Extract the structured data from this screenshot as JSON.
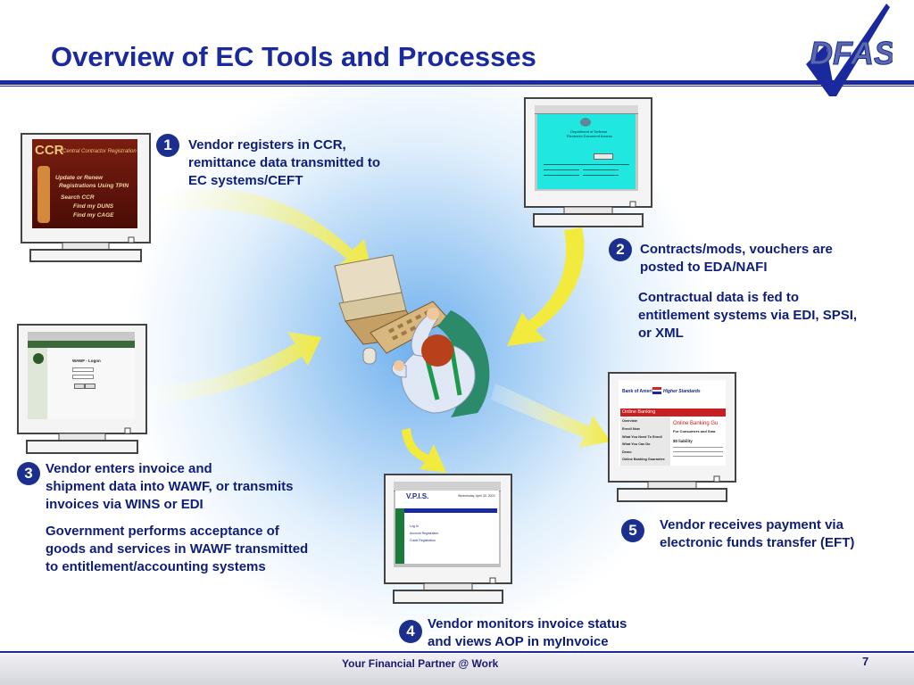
{
  "header": {
    "title": "Overview of EC Tools and Processes",
    "logo_text": "DFAS"
  },
  "steps": [
    {
      "number": "1",
      "lines": [
        "Vendor registers in CCR,",
        "remittance data transmitted to",
        "EC systems/CEFT"
      ]
    },
    {
      "number": "2",
      "lines": [
        "Contracts/mods, vouchers are",
        "posted to EDA/NAFI"
      ],
      "extra_lines": [
        "Contractual data is fed to",
        "entitlement systems via EDI, SPSI,",
        "or XML"
      ]
    },
    {
      "number": "3",
      "lines": [
        "Vendor enters invoice and",
        "shipment data into WAWF, or transmits",
        "invoices via WINS or EDI"
      ],
      "extra_lines": [
        "Government performs acceptance of",
        "goods and services in WAWF transmitted",
        "to entitlement/accounting systems"
      ]
    },
    {
      "number": "4",
      "lines": [
        "Vendor monitors invoice status",
        "and views AOP in myInvoice"
      ]
    },
    {
      "number": "5",
      "lines": [
        "Vendor receives payment via",
        "electronic funds transfer (EFT)"
      ]
    }
  ],
  "screens": {
    "ccr": {
      "logo": "CCR",
      "subtitle": "Central Contractor Registration",
      "items": [
        "Update or Renew",
        "Registrations Using TPIN",
        "Search CCR",
        "Find my DUNS",
        "Find my CAGE"
      ]
    },
    "eda": {
      "lines": [
        "Department of Defense",
        "Electronic Document Access"
      ]
    },
    "wawf": {
      "heading": "WAWF - Logon"
    },
    "vpis": {
      "logo": "V.P.I.S.",
      "date": "Wednesday, April 30, 2003",
      "links": [
        "Log In",
        "Account Registration",
        "Guide Registration"
      ]
    },
    "bofa": {
      "brand": "Bank of America",
      "tagline": "Higher Standards",
      "banner": "Online Banking",
      "menu": [
        "Overview",
        "Enroll Now",
        "What You Need To Enroll",
        "What You Can Do",
        "Demo",
        "Online Banking Guarantee"
      ],
      "content_title": "Online Banking Gu",
      "content_sub": "For Consumers and Sma",
      "content_item": "$0 liability"
    }
  },
  "footer": {
    "text": "Your Financial Partner @ Work",
    "page": "7"
  },
  "colors": {
    "title": "#1a2a9e",
    "text": "#0e1e78",
    "badge": "#1b2f8f",
    "arrow": "#f5ef5a"
  }
}
